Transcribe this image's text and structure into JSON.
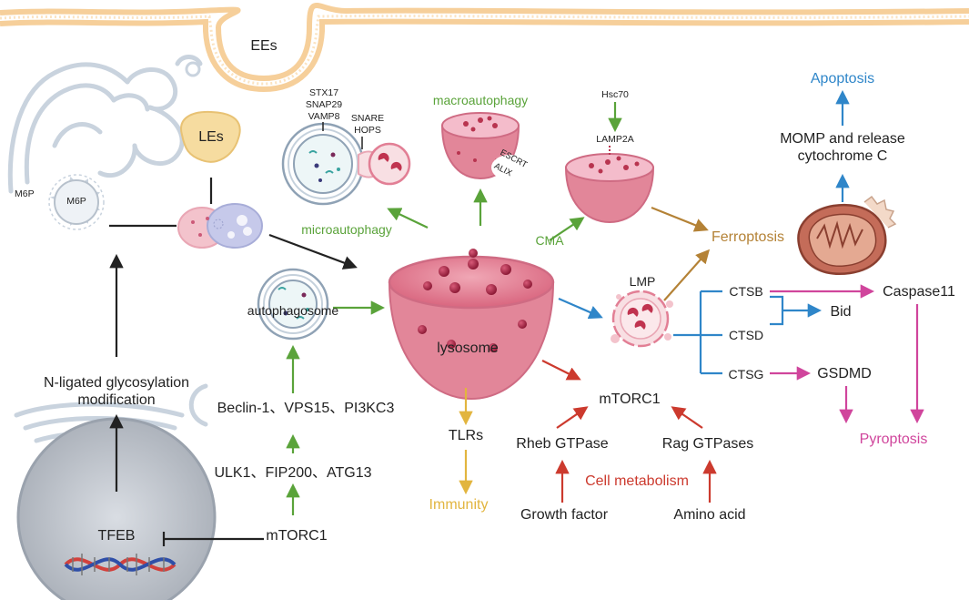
{
  "labels": {
    "ees": "EEs",
    "les": "LEs",
    "m6p_outer": "M6P",
    "m6p_inner": "M6P",
    "stx17": "STX17",
    "snap29": "SNAP29",
    "vamp8": "VAMP8",
    "snare": "SNARE",
    "hops": "HOPS",
    "macroautophagy": "macroautophagy",
    "escrt": "ESCRT",
    "alix": "ALIX",
    "hsc70": "Hsc70",
    "lamp2a": "LAMP2A",
    "apoptosis": "Apoptosis",
    "momp_line1": "MOMP and release",
    "momp_line2": "cytochrome C",
    "microautophagy": "microautophagy",
    "cma": "CMA",
    "ferroptosis": "Ferroptosis",
    "autophagosome": "autophagosome",
    "lysosome": "lysosome",
    "lmp": "LMP",
    "ctsb": "CTSB",
    "ctsd": "CTSD",
    "ctsg": "CTSG",
    "caspase11": "Caspase11",
    "bid": "Bid",
    "gsdmd": "GSDMD",
    "pyroptosis": "Pyroptosis",
    "nglyc_line1": "N-ligated glycosylation",
    "nglyc_line2": "modification",
    "beclin": "Beclin-1、VPS15、PI3KC3",
    "ulk": "ULK1、FIP200、ATG13",
    "tlrs": "TLRs",
    "immunity": "Immunity",
    "mtorc1_center": "mTORC1",
    "rheb": "Rheb GTPase",
    "rag": "Rag GTPases",
    "cell_metabolism": "Cell metabolism",
    "growth_factor": "Growth factor",
    "amino_acid": "Amino acid",
    "tfeb": "TFEB",
    "mtorc1_bottom": "mTORC1"
  },
  "colors": {
    "green": "#5aa33a",
    "blue": "#2f86c9",
    "gold": "#b48236",
    "pink": "#d0459c",
    "red": "#cc3a2e",
    "yellow": "#e2b53f",
    "black": "#222222",
    "lysosome": "#e0798e",
    "lysosome_dark": "#b8344f",
    "membrane": "#f6cf9a"
  }
}
